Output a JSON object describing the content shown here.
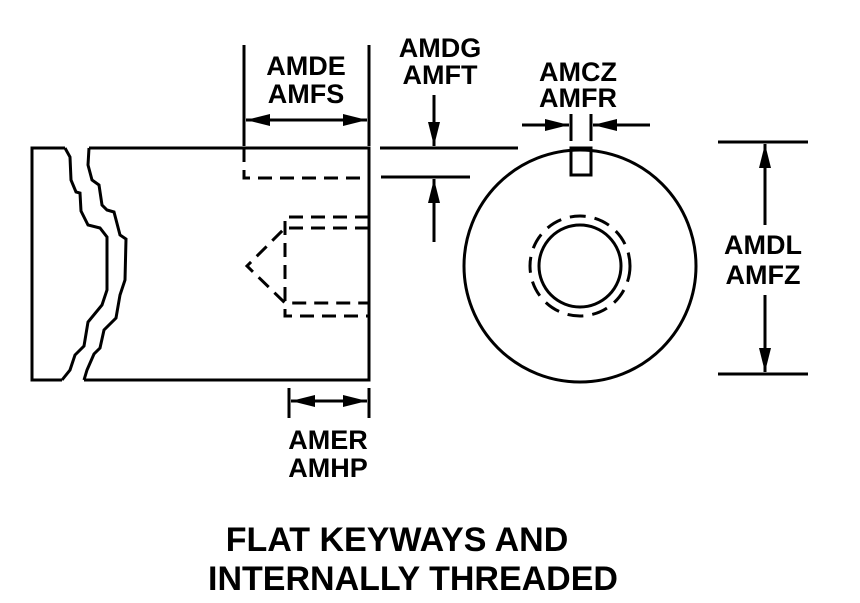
{
  "labels": {
    "keyway_length": [
      "AMDE",
      "AMFS"
    ],
    "keyway_depth": [
      "AMDG",
      "AMFT"
    ],
    "keyway_width": [
      "AMCZ",
      "AMFR"
    ],
    "diameter": [
      "AMDL",
      "AMFZ"
    ],
    "thread_depth": [
      "AMER",
      "AMHP"
    ]
  },
  "title": [
    "FLAT KEYWAYS AND",
    "INTERNALLY THREADED"
  ]
}
